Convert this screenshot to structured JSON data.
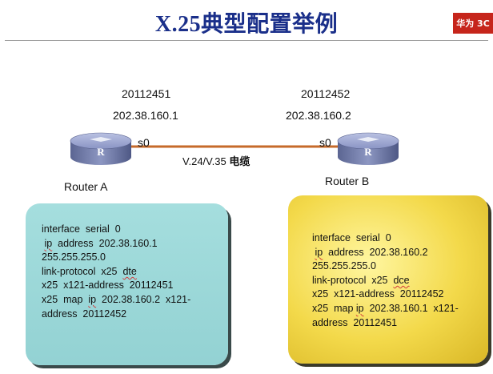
{
  "header": {
    "title": "X.25典型配置举例",
    "logo_text": "华为 3C"
  },
  "router_a": {
    "x121_address": "20112451",
    "ip": "202.38.160.1",
    "port": "s0",
    "name": "Router A",
    "icon_letter": "R",
    "config": {
      "line1": "interface  serial  0",
      "line2_kw": "ip",
      "line2_rest": "  address  202.38.160.1",
      "line3": "255.255.255.0",
      "line4_pre": "link-protocol  x25  ",
      "line4_kw": "dte",
      "line5": "x25  x121-address  20112451",
      "line6_pre": "x25  map  ",
      "line6_kw": "ip",
      "line6_rest": "  202.38.160.2  x121-",
      "line7": "address  20112452"
    }
  },
  "router_b": {
    "x121_address": "20112452",
    "ip": "202.38.160.2",
    "port": "s0",
    "name": "Router B",
    "icon_letter": "R",
    "config": {
      "line1": "interface  serial  0",
      "line2_kw": "ip",
      "line2_rest": "  address  202.38.160.2",
      "line3": "255.255.255.0",
      "line4_pre": "link-protocol  x25  ",
      "line4_kw": "dce",
      "line5": "x25  x121-address  20112452",
      "line6_pre": "x25  map ",
      "line6_kw": "ip",
      "line6_rest": "  202.38.160.1  x121-",
      "line7": "address  20112451"
    }
  },
  "cable": {
    "label": "V.24/V.35",
    "label_cn": "电缆"
  }
}
